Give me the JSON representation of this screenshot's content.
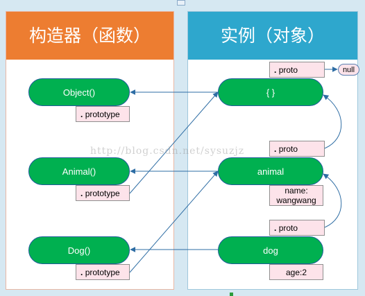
{
  "constructor_panel": {
    "title": "构造器（函数）"
  },
  "instance_panel": {
    "title": "实例（对象）"
  },
  "constructors": [
    {
      "label": "Object()",
      "prototype_label": "prototype"
    },
    {
      "label": "Animal()",
      "prototype_label": "prototype"
    },
    {
      "label": "Dog()",
      "prototype_label": "prototype"
    }
  ],
  "instances": {
    "object": {
      "label": "{ }",
      "proto_label": "proto"
    },
    "animal": {
      "label": "animal",
      "proto_label": "proto",
      "property": "name: wangwang"
    },
    "dog": {
      "label": "dog",
      "proto_label": "proto",
      "property": "age:2"
    }
  },
  "null_label": "null",
  "watermark": "http://blog.csdn.net/sysuzjz",
  "colors": {
    "constructor_header": "#ed7d31",
    "instance_header": "#2ea7cd",
    "node_fill": "#00b050",
    "label_box_fill": "#fde3ea",
    "arrow": "#2e6da4"
  }
}
